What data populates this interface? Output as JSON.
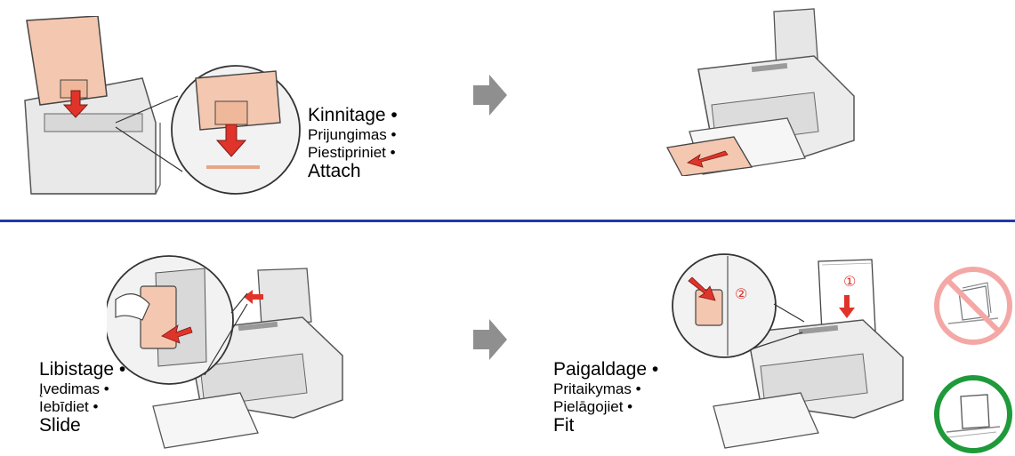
{
  "colors": {
    "divider": "#1f3aa8",
    "arrow": "#8f8f8f",
    "printer_body": "#e6e6e6",
    "printer_outline": "#555555",
    "accent_red": "#e0342a",
    "paper_peach": "#f3c7b0",
    "wrong_circle": "#f4a8a6",
    "correct_circle": "#1f9a3a"
  },
  "step_attach": {
    "lines": [
      "Kinnitage •",
      "Prijungimas •",
      "Piestipriniet •",
      "Attach"
    ]
  },
  "step_slide": {
    "lines": [
      "Libistage •",
      "Įvedimas •",
      "Iebīdiet •",
      "Slide"
    ]
  },
  "step_fit": {
    "lines": [
      "Paigaldage •",
      "Pritaikymas •",
      "Pielāgojiet •",
      "Fit"
    ],
    "marker_1": "①",
    "marker_2": "②"
  },
  "icons": [
    "arrow-right-icon",
    "prohibited-icon",
    "approved-icon"
  ]
}
